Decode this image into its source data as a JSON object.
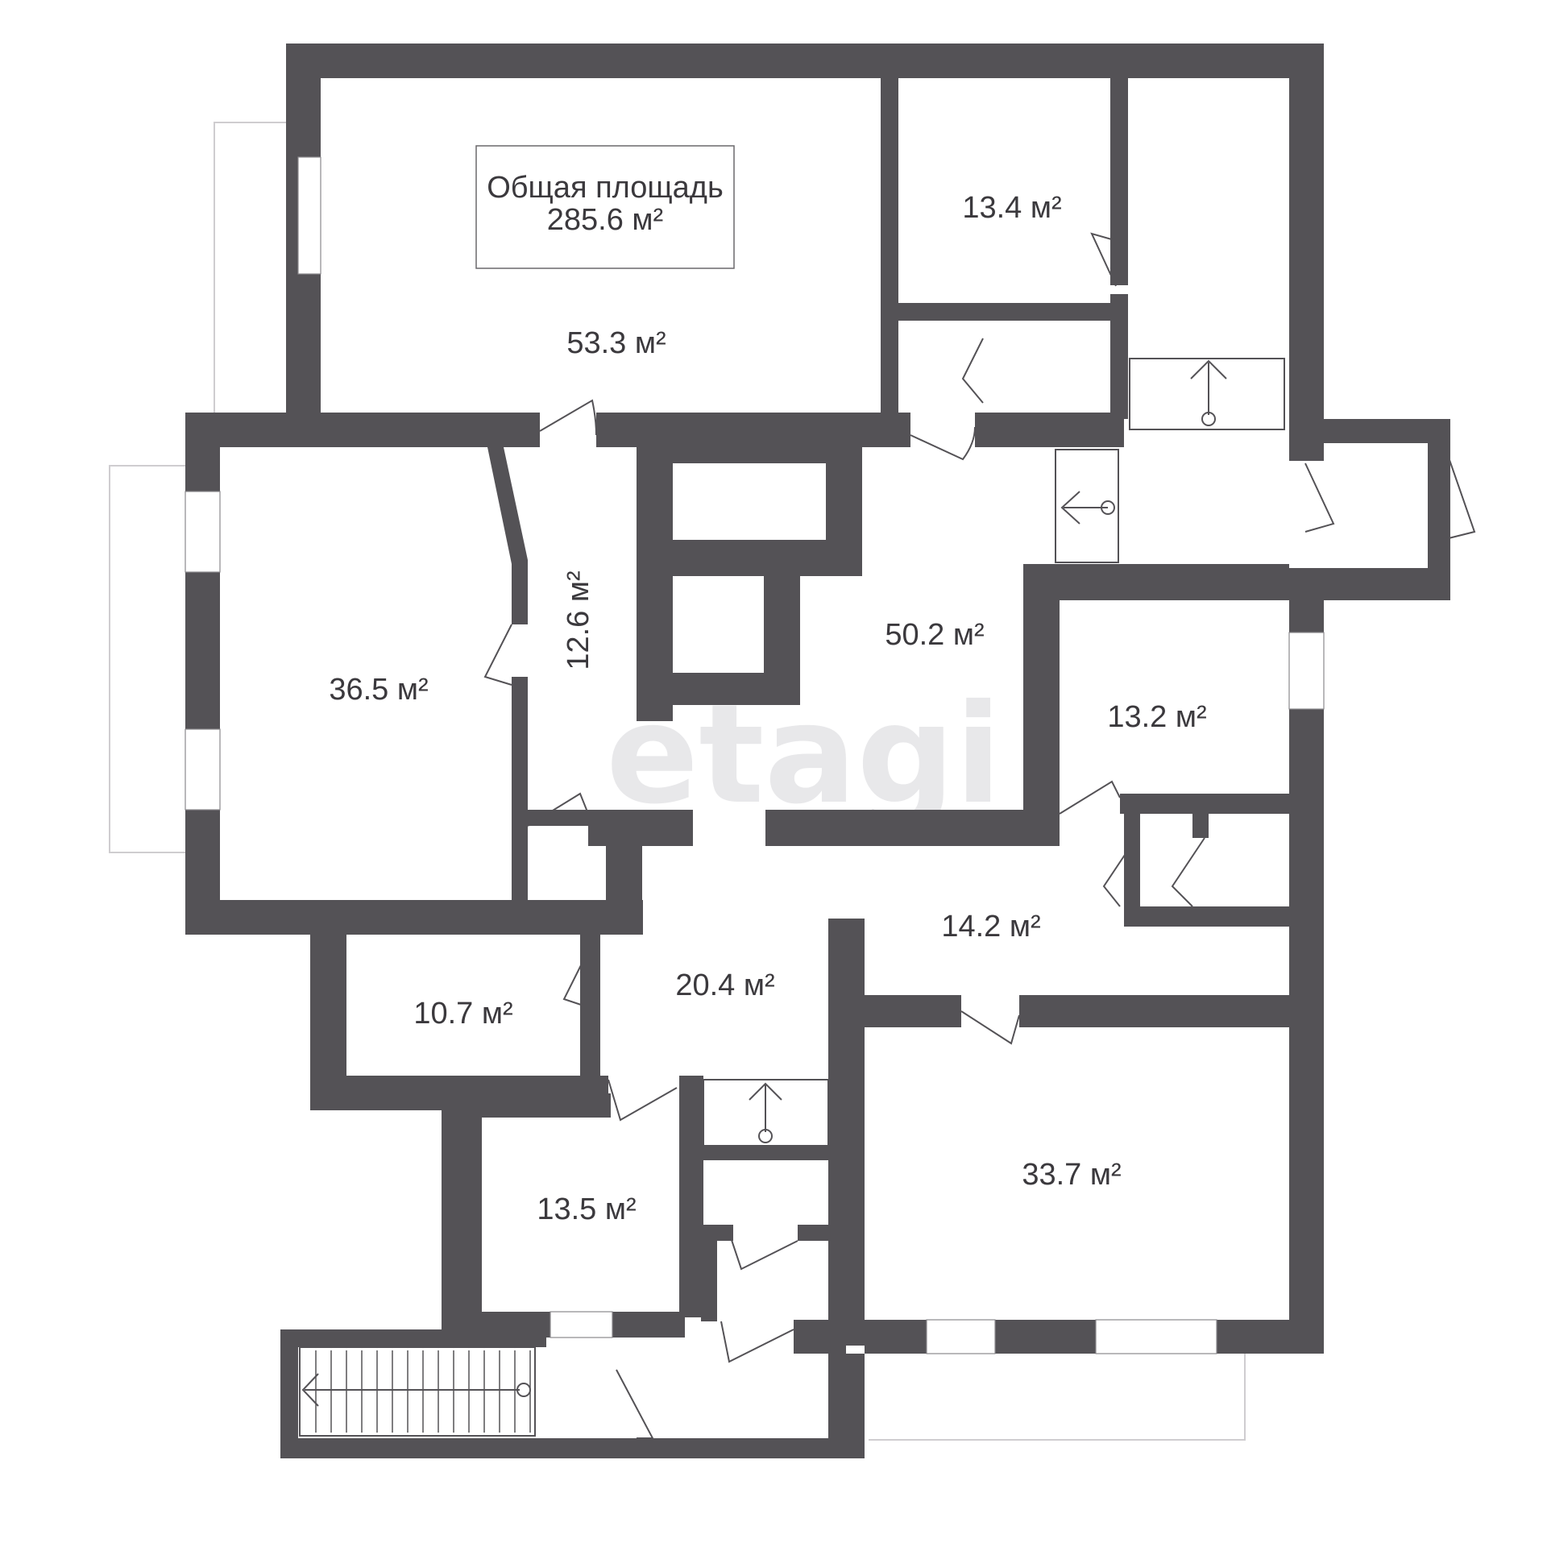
{
  "summary": {
    "title": "Общая площадь",
    "value": "285.6 м²"
  },
  "watermark": "etagi",
  "rooms": [
    {
      "id": "room-a",
      "label": "53.3 м²"
    },
    {
      "id": "room-b",
      "label": "13.4 м²"
    },
    {
      "id": "room-c",
      "label": "36.5 м²"
    },
    {
      "id": "room-d",
      "label": "12.6 м²"
    },
    {
      "id": "room-e",
      "label": "50.2 м²"
    },
    {
      "id": "room-f",
      "label": "13.2 м²"
    },
    {
      "id": "room-g",
      "label": "14.2 м²"
    },
    {
      "id": "room-h",
      "label": "10.7 м²"
    },
    {
      "id": "room-i",
      "label": "20.4 м²"
    },
    {
      "id": "room-j",
      "label": "13.5 м²"
    },
    {
      "id": "room-k",
      "label": "33.7 м²"
    }
  ],
  "colors": {
    "wall": "#545256",
    "background": "#ffffff",
    "text": "#3b393d"
  }
}
